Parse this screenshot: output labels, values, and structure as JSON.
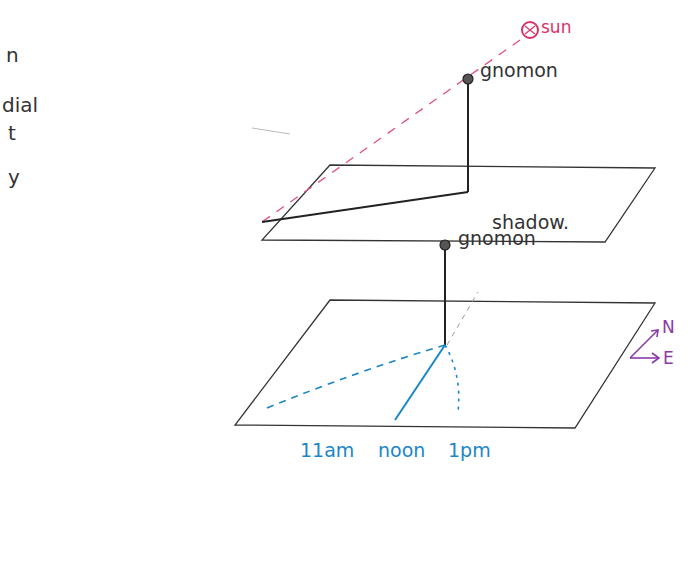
{
  "diagram": {
    "labels": [
      "n",
      "dial",
      "t",
      "y",
      "sun",
      "gnomon",
      "shadow.",
      "gnomon",
      "N",
      "E",
      "11am",
      "noon",
      "1pm"
    ]
  }
}
